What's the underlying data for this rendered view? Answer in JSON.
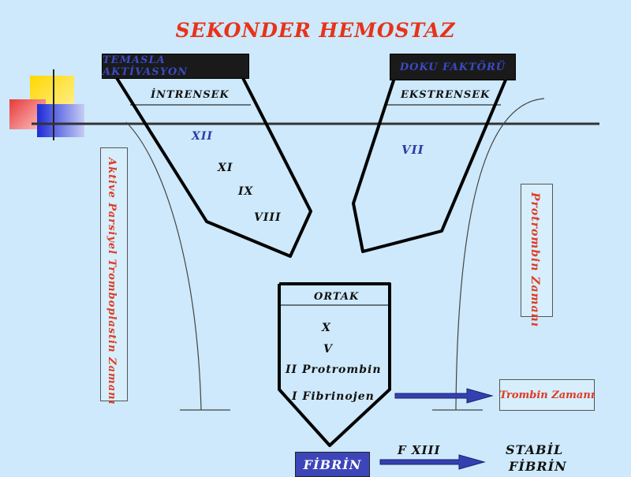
{
  "title": "SEKONDER HEMOSTAZ",
  "intrinsic": {
    "header": "TEMASLA AKTİVASYON",
    "label": "İNTRENSEK",
    "factors": [
      "XII",
      "XI",
      "IX",
      "VIII"
    ]
  },
  "extrinsic": {
    "header": "DOKU FAKTÖRÜ",
    "label": "EKSTRENSEK",
    "factors": [
      "VII"
    ]
  },
  "common": {
    "label": "ORTAK",
    "factors": [
      "X",
      "V",
      "II Protrombin",
      "I Fibrinojen"
    ]
  },
  "tests": {
    "aptt": "Aktive Parsiyel Tromboplastin Zamanı",
    "pt": "Protrombin Zamanı",
    "tt": "Trombin Zamanı"
  },
  "bottom": {
    "fibrin": "FİBRİN",
    "fxiii": "F XIII",
    "stable_line1": "STABİL",
    "stable_line2": "FİBRİN"
  },
  "colors": {
    "background": "#cde9fb",
    "accent_red": "#e03a22",
    "accent_blue": "#3d46b8"
  }
}
